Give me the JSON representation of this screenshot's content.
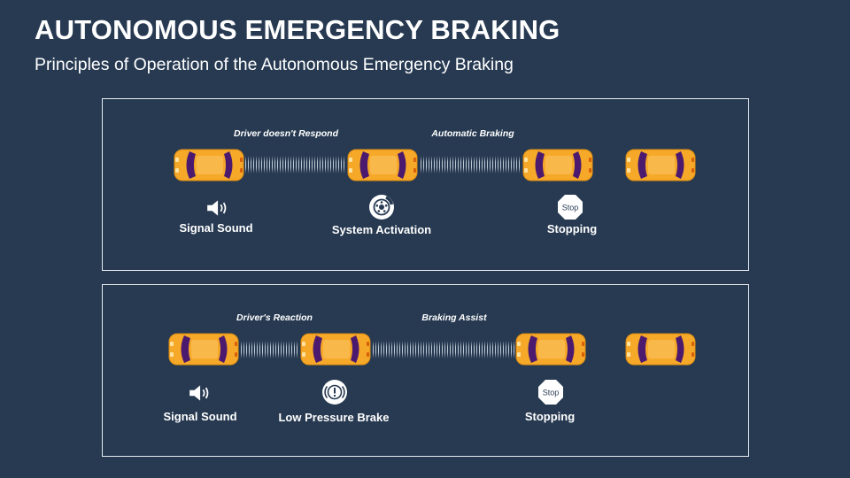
{
  "header": {
    "title": "AUTONOMOUS EMERGENCY BRAKING",
    "subtitle": "Principles of Operation of the Autonomous Emergency Braking"
  },
  "colors": {
    "background": "#273a52",
    "car_body": "#f5a623",
    "car_window": "#4b1a6e"
  },
  "panels": [
    {
      "phases": [
        "Driver doesn't Respond",
        "Automatic Braking"
      ],
      "steps": [
        {
          "icon": "speaker-icon",
          "label": "Signal Sound"
        },
        {
          "icon": "brake-disc-icon",
          "label": "System Activation"
        },
        {
          "icon": "stop-sign-icon",
          "icon_text": "Stop",
          "label": "Stopping"
        }
      ]
    },
    {
      "phases": [
        "Driver's Reaction",
        "Braking Assist"
      ],
      "steps": [
        {
          "icon": "speaker-icon",
          "label": "Signal Sound"
        },
        {
          "icon": "brake-warning-icon",
          "label": "Low Pressure Brake"
        },
        {
          "icon": "stop-sign-icon",
          "icon_text": "Stop",
          "label": "Stopping"
        }
      ]
    }
  ]
}
